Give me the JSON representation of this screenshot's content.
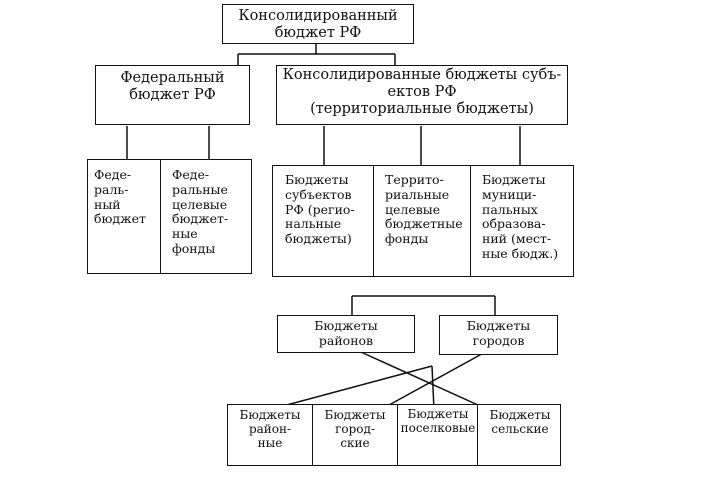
{
  "diagram": {
    "root": "Консолидированный\nбюджет РФ",
    "federal": "Федеральный\nбюджет РФ",
    "regional_consolidated": "Консолидированные бюджеты субъ-\nектов РФ\n(территориальные бюджеты)",
    "federal_children": {
      "budget": "Феде-\nраль-\nный\nбюджет",
      "funds": "Феде-\nральные\nцелевые\nбюджет-\nные\nфонды"
    },
    "regional_children": {
      "subjects": "Бюджеты\nсубъектов\nРФ (регио-\nнальные\nбюджеты)",
      "territorial_funds": "Террито-\nриальные\nцелевые\nбюджетные\nфонды",
      "municipal": "Бюджеты\nмуници-\nпальных\nобразова-\nний (мест-\nные бюдж.)"
    },
    "local_level1": {
      "districts": "Бюджеты\nрайонов",
      "cities": "Бюджеты\nгородов"
    },
    "local_level2": {
      "district_towns": "Бюджеты\nрайон-\nные",
      "city": "Бюджеты\nгород-\nские",
      "settlement": "Бюджеты\nпоселковые",
      "rural": "Бюджеты\nсельские"
    }
  }
}
